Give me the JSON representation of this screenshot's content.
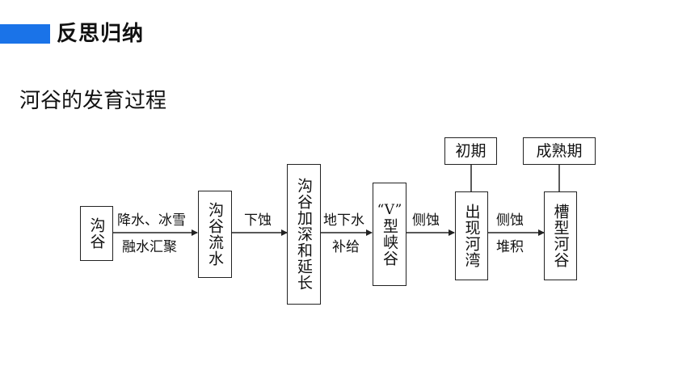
{
  "header": {
    "title": "反思归纳"
  },
  "subtitle": "河谷的发育过程",
  "diagram": {
    "stages": {
      "gully": "沟谷",
      "gully_widen": "沟谷流水",
      "deepen": "沟谷加深和延长",
      "v_quote": "“V”",
      "v_rest": "型峡谷",
      "meander": "出现河湾",
      "trough": "槽型河谷"
    },
    "phases": {
      "early": "初期",
      "mature": "成熟期"
    },
    "arrows": {
      "a1_top": "降水、冰雪",
      "a1_bottom": "融水汇聚",
      "a2": "下蚀",
      "a3_top": "地下水",
      "a3_bottom": "补给",
      "a4": "侧蚀",
      "a5_top": "侧蚀",
      "a5_bottom": "堆积"
    }
  }
}
